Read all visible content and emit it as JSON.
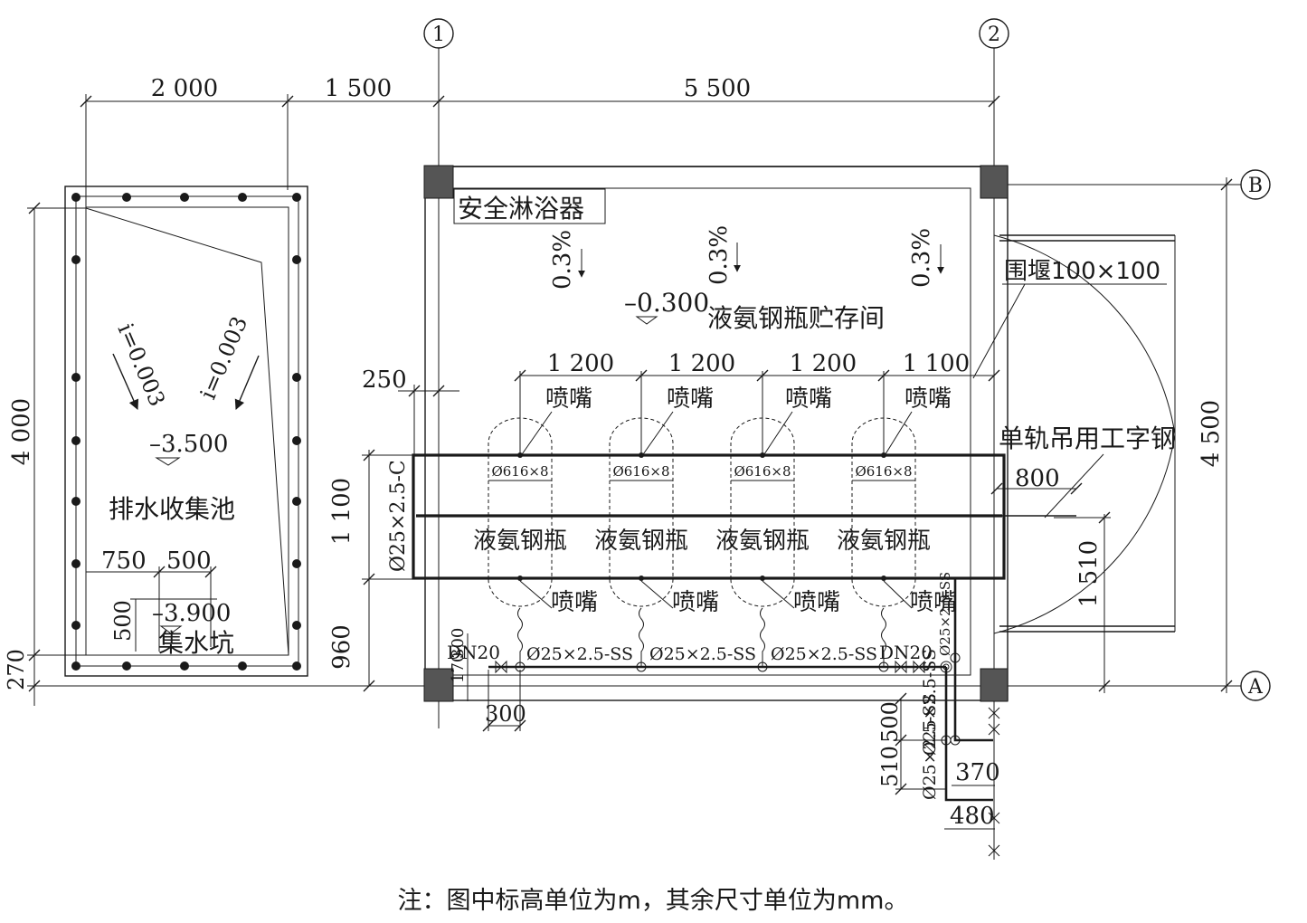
{
  "axes": {
    "a1": "1",
    "a2": "2",
    "aA": "A",
    "aB": "B"
  },
  "dims_top": {
    "d1": "2 000",
    "d2": "1 500",
    "d3": "5 500"
  },
  "dims_left": {
    "h1": "4 000",
    "h2": "270"
  },
  "dims_right": {
    "h1": "4 500",
    "h2": "1 510"
  },
  "spacing": {
    "s0": "250",
    "s1": "1 200",
    "s2": "1 200",
    "s3": "1 200",
    "s4": "1 100"
  },
  "labels": {
    "shower": "安全淋浴器",
    "slope1": "0.3%",
    "slope2": "0.3%",
    "slope3": "0.3%",
    "room_elev": "–0.300",
    "room_name": "液氨钢瓶贮存间",
    "weir": "围堰100×100",
    "rail": "单轨吊用工字钢",
    "rail_dim": "800",
    "pool_slope1": "i=0.003",
    "pool_slope2": "i=0.003",
    "pool_elev": "–3.500",
    "pool_name": "排水收集池",
    "pit_w1": "750",
    "pit_w2": "500",
    "pit_h": "500",
    "pit_elev": "–3.900",
    "pit_name": "集水坑",
    "pipe_c": "Ø25×2.5-C",
    "dim_1100": "1 100",
    "dim_960": "960",
    "dim_170": "170",
    "dim_300v": "300",
    "dim_300h": "300",
    "dn20a": "DN20",
    "dn20b": "DN20",
    "ss1": "Ø25×2.5-SS",
    "ss2": "Ø25×2.5-SS",
    "ss3": "Ø25×2.5-SS",
    "ss_v1": "Ø25×2.5-SS",
    "ss_v2": "Ø25×2.5-SS",
    "ss_v3": "Ø25×2.5-SS",
    "d500": "500",
    "d510": "510",
    "d370": "370",
    "d480": "480"
  },
  "nozzles_top": [
    "喷嘴",
    "喷嘴",
    "喷嘴",
    "喷嘴"
  ],
  "nozzles_bot": [
    "喷嘴",
    "喷嘴",
    "喷嘴",
    "喷嘴"
  ],
  "cylinders": [
    "液氨钢瓶",
    "液氨钢瓶",
    "液氨钢瓶",
    "液氨钢瓶"
  ],
  "cyl_size": [
    "Ø616×8",
    "Ø616×8",
    "Ø616×8",
    "Ø616×8"
  ],
  "note": "注：图中标高单位为m，其余尺寸单位为mm。"
}
